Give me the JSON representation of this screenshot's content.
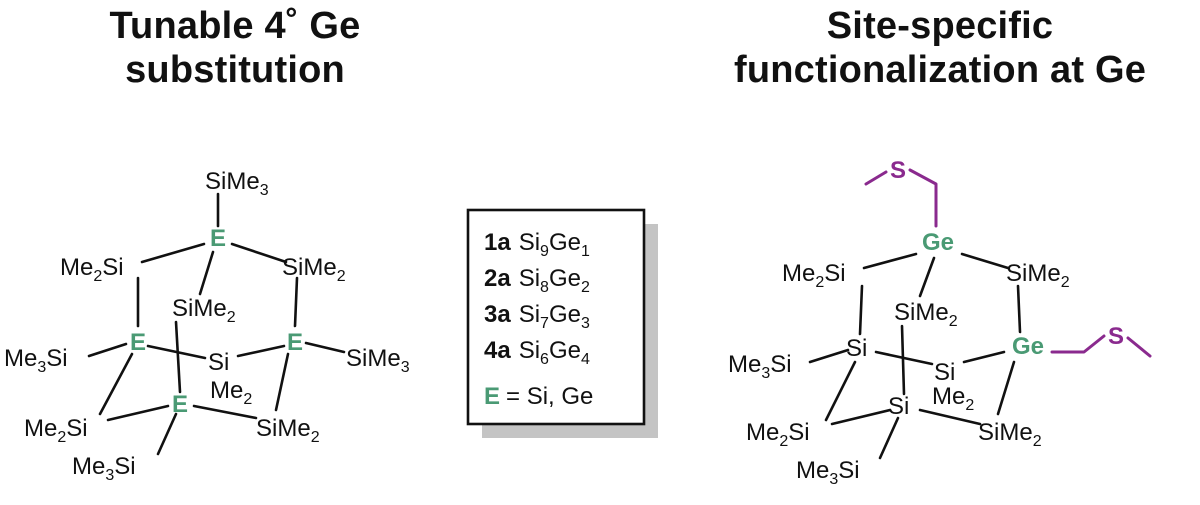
{
  "titles": {
    "left_line1": "Tunable 4˚ Ge",
    "left_line2": "substitution",
    "right_line1": "Site-specific",
    "right_line2": "functionalization at Ge"
  },
  "colors": {
    "green": "#4a9a74",
    "purple": "#8a2a8e",
    "shadow": "#c4c4c4",
    "ink": "#111111"
  },
  "left_structure": {
    "silyl": "SiMe",
    "silyl_sub": "3",
    "dimethylsilyl_left": "Me",
    "dimethylsilyl_left_sub": "2",
    "si": "Si",
    "me": "Me",
    "e_label": "E"
  },
  "legend": {
    "rows": [
      {
        "id": "1a",
        "el1": "Si",
        "n1": "9",
        "el2": "Ge",
        "n2": "1"
      },
      {
        "id": "2a",
        "el1": "Si",
        "n1": "8",
        "el2": "Ge",
        "n2": "2"
      },
      {
        "id": "3a",
        "el1": "Si",
        "n1": "7",
        "el2": "Ge",
        "n2": "3"
      },
      {
        "id": "4a",
        "el1": "Si",
        "n1": "6",
        "el2": "Ge",
        "n2": "4"
      }
    ],
    "e_def_label": "E",
    "e_def_text": "= Si, Ge"
  },
  "right_structure": {
    "ge_label": "Ge",
    "s_label": "S"
  }
}
